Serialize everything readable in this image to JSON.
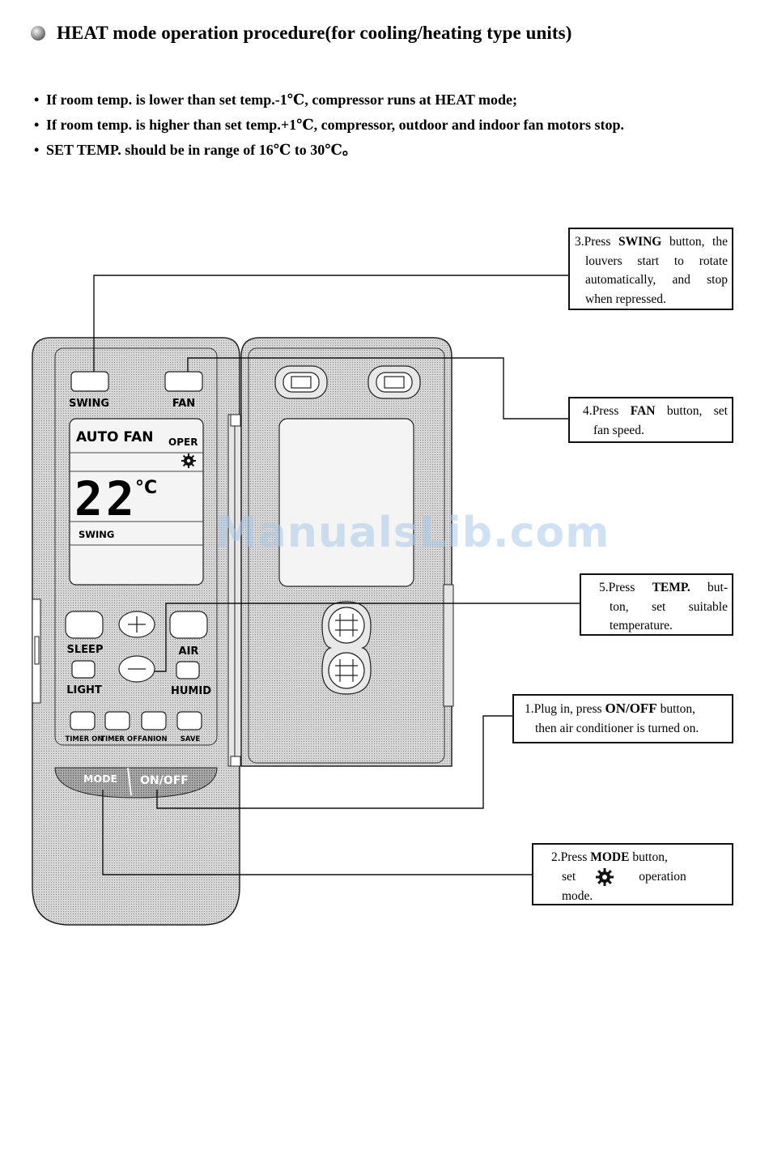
{
  "heading": {
    "title": "HEAT mode operation procedure(for cooling/heating type units)"
  },
  "conditions": [
    "If room temp. is lower than set temp.-1℃, compressor runs at HEAT mode;",
    "If room temp. is higher than set temp.+1℃, compressor, outdoor and indoor fan motors stop.",
    "SET TEMP. should be in range of 16℃ to 30℃。"
  ],
  "remote": {
    "swing_label": "SWING",
    "fan_label": "FAN",
    "display": {
      "mode_text": "AUTO FAN",
      "oper_label": "OPER",
      "temp_value": "22",
      "temp_unit": "°C",
      "swing_indicator": "SWING"
    },
    "sleep_label": "SLEEP",
    "air_label": "AIR",
    "light_label": "LIGHT",
    "humid_label": "HUMID",
    "timer_on_label": "TIMER ON",
    "timer_off_label": "TIMER OFF",
    "anion_label": "ANION",
    "save_label": "SAVE",
    "mode_label": "MODE",
    "onoff_label": "ON/OFF"
  },
  "callouts": {
    "swing": {
      "number": "3.",
      "pre": "Press ",
      "key": "SWING",
      "post": " button, the",
      "lines": [
        "louvers start to rotate",
        "automatically, and stop",
        "when repressed."
      ]
    },
    "fan": {
      "number": "4.",
      "pre": "Press ",
      "key": "FAN",
      "post": " button, set",
      "lines": [
        "fan speed."
      ]
    },
    "temp": {
      "number": "5.",
      "pre": "Press ",
      "key": "TEMP.",
      "post": " but-",
      "lines": [
        "ton, set suitable",
        "temperature."
      ]
    },
    "onoff": {
      "number": "1.",
      "pre": "Plug in, press ",
      "key": "ON/OFF",
      "post": " button,",
      "lines": [
        "then air conditioner is turned on."
      ]
    },
    "mode": {
      "number": "2.",
      "pre": "Press ",
      "key": "MODE",
      "post": " button,",
      "set_word": "set",
      "after_icon": "operation",
      "last": "mode."
    }
  },
  "watermark": "ManualsLib.com",
  "colors": {
    "remote_fill": "#cfcfcf",
    "remote_stroke": "#222222",
    "lcd_fill": "#f4f4f4"
  }
}
